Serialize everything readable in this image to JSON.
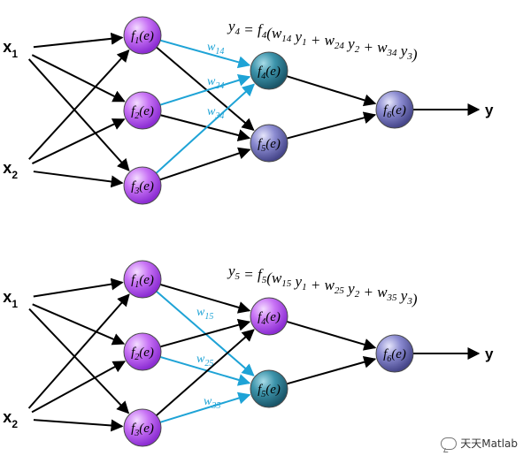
{
  "diagrams": [
    {
      "id": "top",
      "equation": {
        "lhs": "y4",
        "rhs": "f4(w14 y1 + w24 y2 + w34 y3)"
      },
      "inputs": [
        "x1",
        "x2"
      ],
      "neurons": {
        "n1": {
          "func": "f",
          "sub": "1",
          "arg": "(e)",
          "color": "purple"
        },
        "n2": {
          "func": "f",
          "sub": "2",
          "arg": "(e)",
          "color": "purple"
        },
        "n3": {
          "func": "f",
          "sub": "3",
          "arg": "(e)",
          "color": "purple"
        },
        "n4": {
          "func": "f",
          "sub": "4",
          "arg": "(e)",
          "color": "teal"
        },
        "n5": {
          "func": "f",
          "sub": "5",
          "arg": "(e)",
          "color": "lavender"
        },
        "n6": {
          "func": "f",
          "sub": "6",
          "arg": "(e)",
          "color": "lavender"
        }
      },
      "weights": [
        {
          "w": "w",
          "sub": "14",
          "from": "n1",
          "to": "n4"
        },
        {
          "w": "w",
          "sub": "24",
          "from": "n2",
          "to": "n4"
        },
        {
          "w": "w",
          "sub": "34",
          "from": "n3",
          "to": "n4"
        }
      ],
      "output": "y"
    },
    {
      "id": "bottom",
      "equation": {
        "lhs": "y5",
        "rhs": "f5(w15 y1 + w25 y2 + w35 y3)"
      },
      "inputs": [
        "x1",
        "x2"
      ],
      "neurons": {
        "n1": {
          "func": "f",
          "sub": "1",
          "arg": "(e)",
          "color": "purple"
        },
        "n2": {
          "func": "f",
          "sub": "2",
          "arg": "(e)",
          "color": "purple"
        },
        "n3": {
          "func": "f",
          "sub": "3",
          "arg": "(e)",
          "color": "purple"
        },
        "n4": {
          "func": "f",
          "sub": "4",
          "arg": "(e)",
          "color": "purple"
        },
        "n5": {
          "func": "f",
          "sub": "5",
          "arg": "(e)",
          "color": "teal"
        },
        "n6": {
          "func": "f",
          "sub": "6",
          "arg": "(e)",
          "color": "lavender"
        }
      },
      "weights": [
        {
          "w": "w",
          "sub": "15",
          "from": "n1",
          "to": "n5"
        },
        {
          "w": "w",
          "sub": "25",
          "from": "n2",
          "to": "n5"
        },
        {
          "w": "w",
          "sub": "35",
          "from": "n3",
          "to": "n5"
        }
      ],
      "output": "y"
    }
  ],
  "colors": {
    "purple": "#b14ff0",
    "teal": "#2f7f95",
    "lavender": "#7878b8",
    "highlight": "#1ea3d6",
    "edge": "#000000"
  },
  "watermark": "天天Matlab"
}
